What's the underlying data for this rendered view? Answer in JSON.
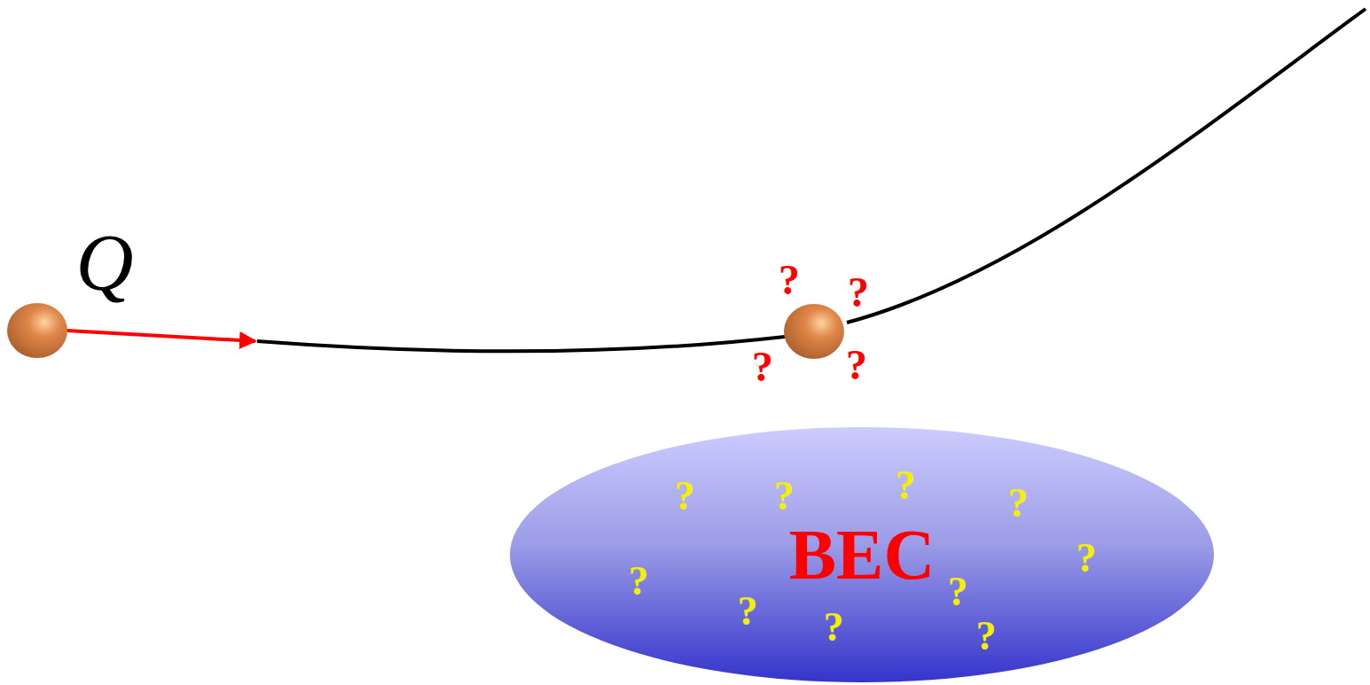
{
  "diagram": {
    "nodes": [
      {
        "text": [
          "BEC"
        ]
      }
    ],
    "labels": [
      "Q",
      "?",
      "?",
      "?",
      "?",
      "?",
      "?",
      "?",
      "?",
      "?",
      "?",
      "?",
      "?",
      "?",
      "?"
    ]
  }
}
